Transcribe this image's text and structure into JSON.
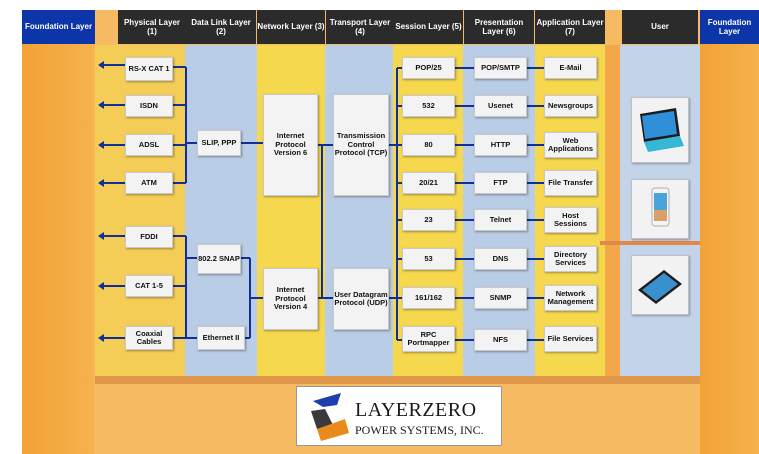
{
  "headers": {
    "foundation_left": "Foundation Layer",
    "physical": "Physical Layer (1)",
    "datalink": "Data Link Layer (2)",
    "network": "Network Layer (3)",
    "transport": "Transport Layer (4)",
    "session": "Session Layer (5)",
    "presentation": "Presentation Layer (6)",
    "application": "Application Layer (7)",
    "user": "User",
    "foundation_right": "Foundation Layer"
  },
  "physical": [
    "RS-X CAT 1",
    "ISDN",
    "ADSL",
    "ATM",
    "FDDI",
    "CAT 1-5",
    "Coaxial Cables"
  ],
  "datalink": [
    "SLIP, PPP",
    "802.2 SNAP",
    "Ethernet II"
  ],
  "network": [
    "Internet Protocol Version 6",
    "Internet Protocol Version 4"
  ],
  "transport": [
    "Transmission Control Protocol (TCP)",
    "User Datagram Protocol (UDP)"
  ],
  "session": [
    "POP/25",
    "532",
    "80",
    "20/21",
    "23",
    "53",
    "161/162",
    "RPC Portmapper"
  ],
  "presentation": [
    "POP/SMTP",
    "Usenet",
    "HTTP",
    "FTP",
    "Telnet",
    "DNS",
    "SNMP",
    "NFS"
  ],
  "application": [
    "E-Mail",
    "Newsgroups",
    "Web Applications",
    "File Transfer",
    "Host Sessions",
    "Directory Services",
    "Network Management",
    "File Services"
  ],
  "devices": [
    "laptop-icon",
    "phone-icon",
    "tablet-icon"
  ],
  "logo": {
    "line1": "LAYERZERO",
    "line2": "POWER SYSTEMS, INC."
  },
  "colors": {
    "header_dark": "#2b2b2b",
    "header_blue": "#0b35a8",
    "blue_col": "#b8cde6",
    "yellow_col": "#f6d84f",
    "line": "#0f2f9a",
    "orange": "#f6ba63"
  }
}
